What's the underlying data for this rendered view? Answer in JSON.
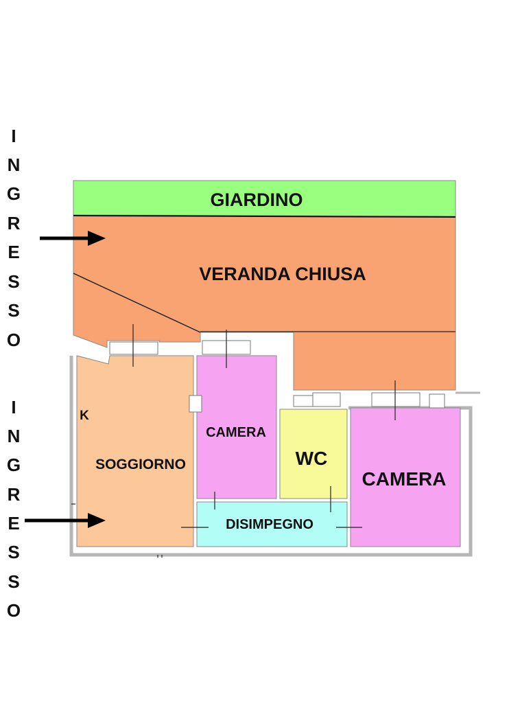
{
  "rooms": {
    "giardino": {
      "label": "GIARDINO",
      "color": "#99ff7f"
    },
    "veranda": {
      "label": "VERANDA CHIUSA",
      "color": "#f9a373"
    },
    "soggiorno": {
      "label": "SOGGIORNO",
      "color": "#fcc799"
    },
    "kitchen": {
      "label": "K"
    },
    "camera_small": {
      "label": "CAMERA",
      "color": "#f6a3f2"
    },
    "wc": {
      "label": "WC",
      "color": "#f8fa99"
    },
    "camera_large": {
      "label": "CAMERA",
      "color": "#f6a3f2"
    },
    "disimpegno": {
      "label": "DISIMPEGNO",
      "color": "#b2fdf6"
    }
  },
  "entrances": [
    {
      "name": "ingresso-top",
      "letters": [
        "I",
        "N",
        "G",
        "R",
        "E",
        "S",
        "S",
        "O"
      ]
    },
    {
      "name": "ingresso-bottom",
      "letters": [
        "I",
        "N",
        "G",
        "R",
        "E",
        "S",
        "S",
        "O"
      ]
    }
  ],
  "colors": {
    "wall": "#9a9a9a",
    "line": "#111111",
    "arrow": "#000000"
  }
}
